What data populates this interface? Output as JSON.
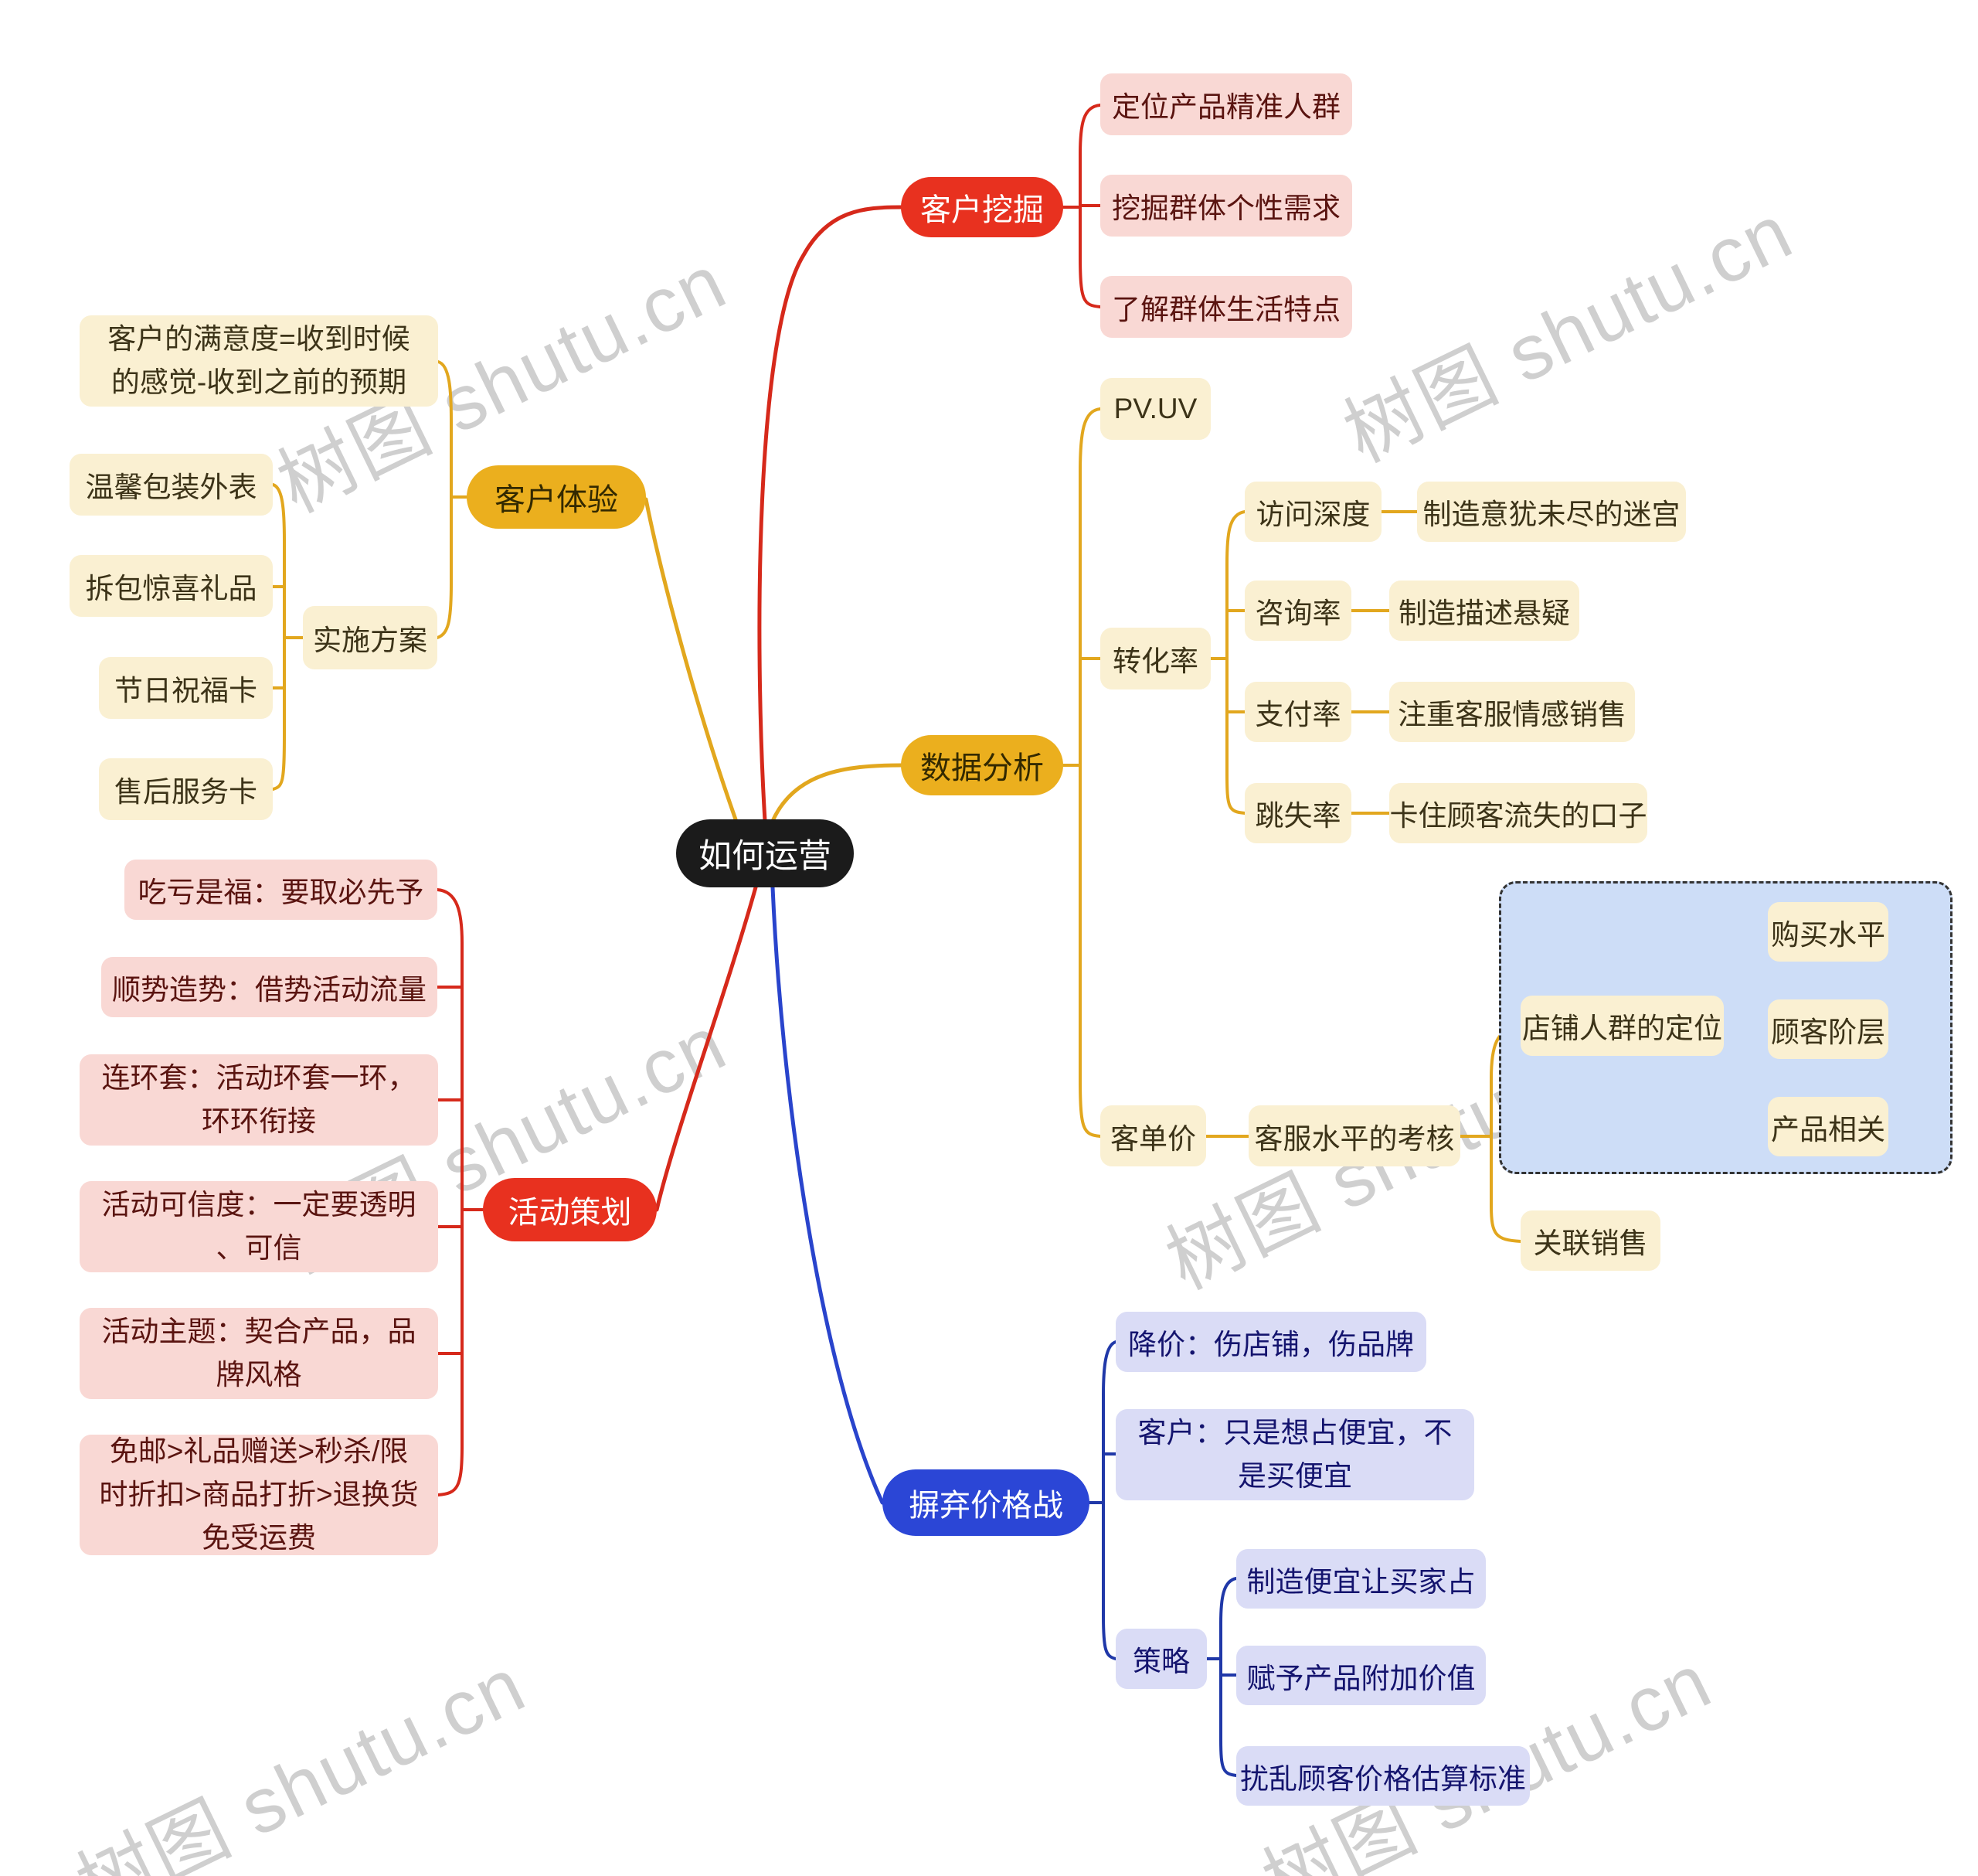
{
  "mindmap": {
    "root": "如何运营",
    "customer_mining": {
      "node": "客户挖掘",
      "items": [
        "定位产品精准人群",
        "挖掘群体个性需求",
        "了解群体生活特点"
      ]
    },
    "customer_experience": {
      "node": "客户体验",
      "satisfaction": "客户的满意度=收到时候\n的感觉-收到之前的预期",
      "plan": "实施方案",
      "plan_items": [
        "温馨包装外表",
        "拆包惊喜礼品",
        "节日祝福卡",
        "售后服务卡"
      ]
    },
    "data_analysis": {
      "node": "数据分析",
      "pvuv": "PV.UV",
      "conversion": "转化率",
      "conversion_pairs": [
        {
          "metric": "访问深度",
          "action": "制造意犹未尽的迷宫"
        },
        {
          "metric": "咨询率",
          "action": "制造描述悬疑"
        },
        {
          "metric": "支付率",
          "action": "注重客服情感销售"
        },
        {
          "metric": "跳失率",
          "action": "卡住顾客流失的口子"
        }
      ],
      "customer_price": "客单价",
      "service_assessment": "客服水平的考核",
      "positioning": "店铺人群的定位",
      "positioning_items": [
        "购买水平",
        "顾客阶层",
        "产品相关"
      ],
      "related_sales": "关联销售"
    },
    "activity_planning": {
      "node": "活动策划",
      "items": [
        "吃亏是福：要取必先予",
        "顺势造势：借势活动流量",
        "连环套：活动环套一环，\n环环衔接",
        "活动可信度：一定要透明\n、可信",
        "活动主题：契合产品，品\n牌风格",
        "免邮>礼品赠送>秒杀/限\n时折扣>商品打折>退换货\n免受运费"
      ]
    },
    "price_war": {
      "node": "摒弃价格战",
      "items": [
        "降价：伤店铺，伤品牌",
        "客户：只是想占便宜，不\n是买便宜"
      ],
      "strategy": "策略",
      "strategy_items": [
        "制造便宜让买家占",
        "赋予产品附加价值",
        "扰乱顾客价格估算标准"
      ]
    }
  },
  "watermark": {
    "text": "树图 shutu.cn"
  },
  "colors": {
    "root_node": "#1b1b1b",
    "red_node": "#e8311f",
    "gold_node": "#ebaf1e",
    "blue_node": "#2b46d6",
    "cream_box": "#faf0d2",
    "pink_box": "#f9d8d4",
    "lavender_box": "#dadcf6",
    "dashed_container": "#cdddf7",
    "red_line": "#d6291b",
    "gold_line": "#e2a71e",
    "blue_line": "#2944cc",
    "navy_line": "#2038a8"
  }
}
